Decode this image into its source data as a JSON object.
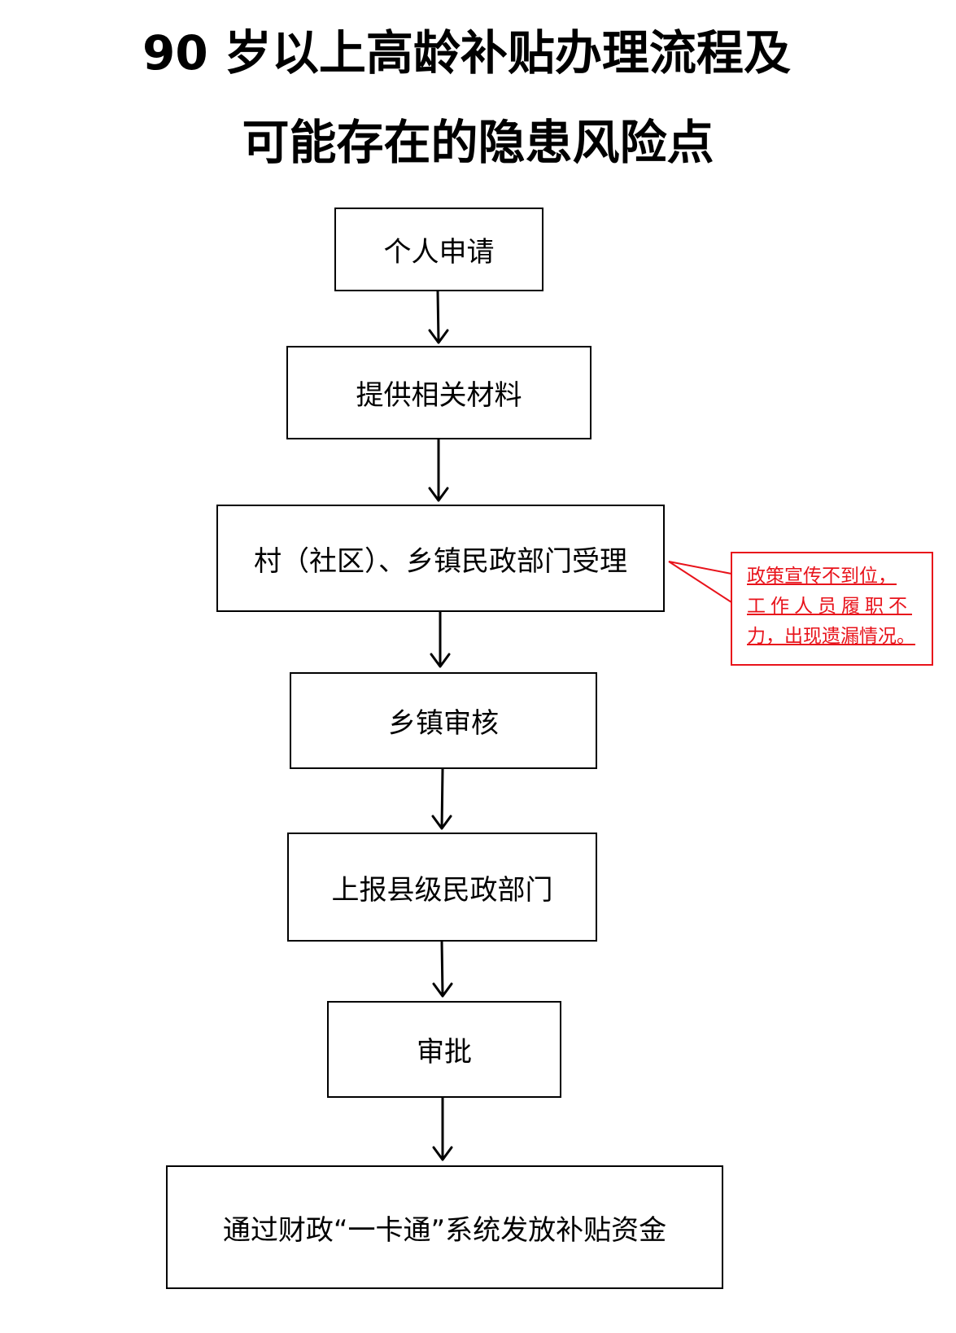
{
  "title": {
    "line1": "90 岁以上高龄补贴办理流程及",
    "line2": "可能存在的隐患风险点"
  },
  "steps": [
    "个人申请",
    "提供相关材料",
    "村（社区）、乡镇民政部门受理",
    "乡镇审核",
    "上报县级民政部门",
    "审批",
    "通过财政“一卡通”系统发放补贴资金"
  ],
  "risk_note": {
    "lines": [
      "政策宣传不到位，",
      "工作人员履职不",
      "力，出现遗漏情况。"
    ],
    "color": "#e8131b"
  }
}
